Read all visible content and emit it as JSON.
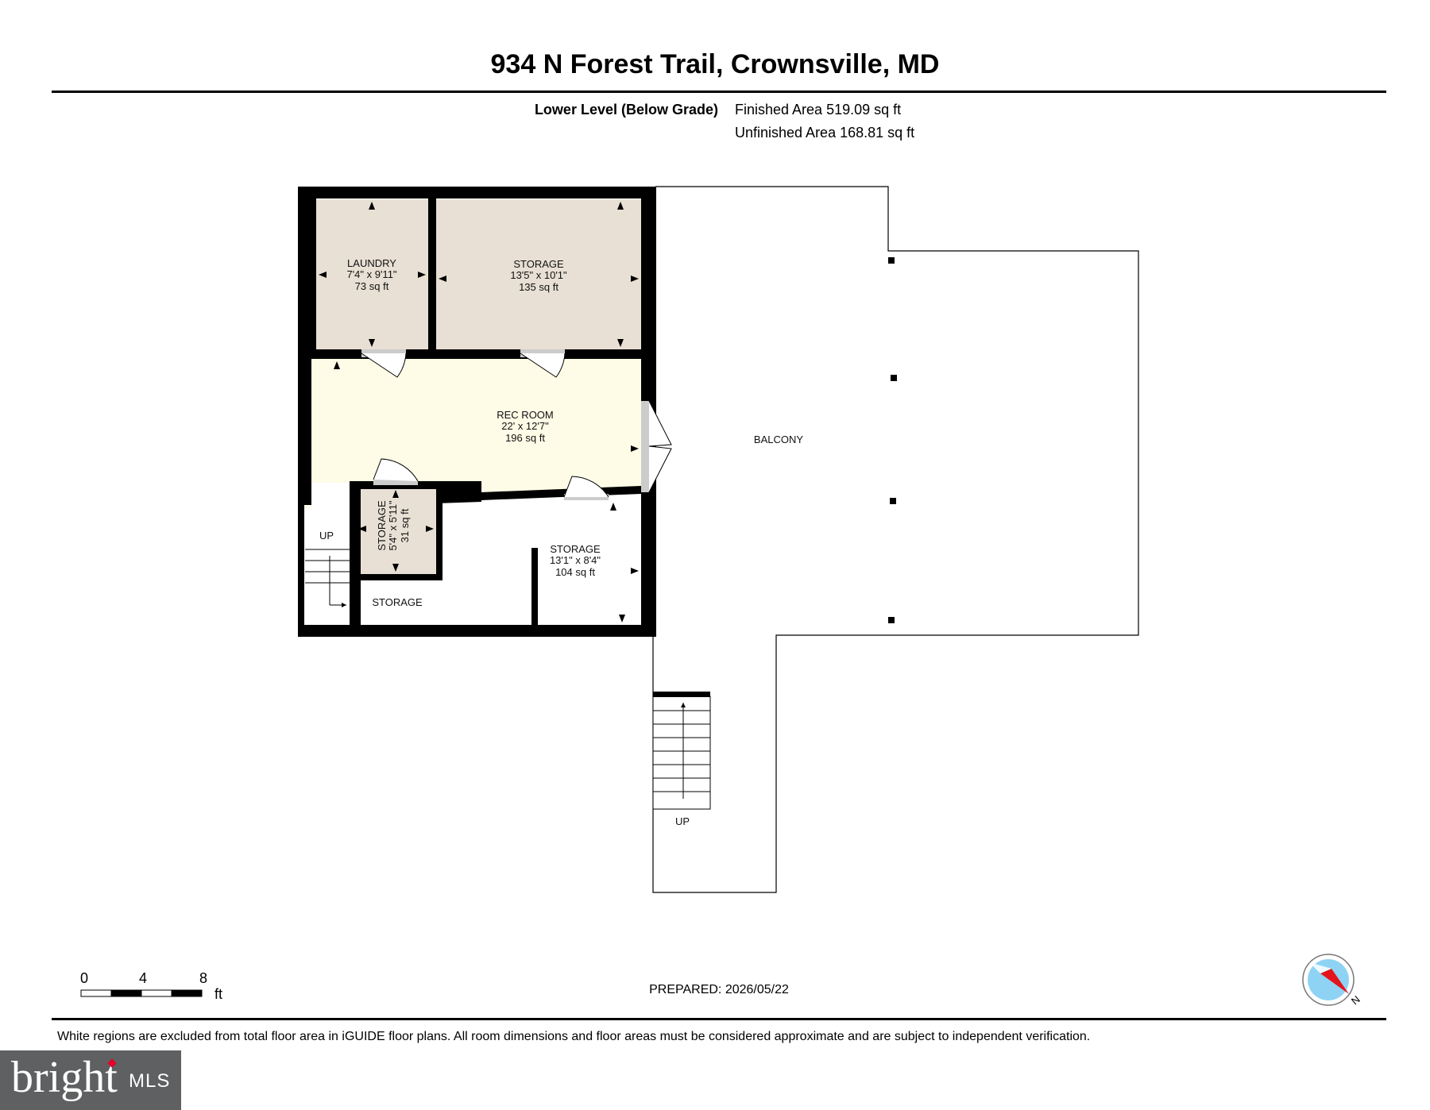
{
  "title": "934 N Forest Trail, Crownsville, MD",
  "level": {
    "name": "Lower Level (Below Grade)",
    "finished_area": "Finished Area 519.09 sq ft",
    "unfinished_area": "Unfinished Area 168.81 sq ft"
  },
  "rooms": {
    "laundry": {
      "name": "LAUNDRY",
      "dims": "7'4\" x 9'11\"",
      "area": "73 sq ft"
    },
    "storage_top": {
      "name": "STORAGE",
      "dims": "13'5\" x 10'1\"",
      "area": "135 sq ft"
    },
    "rec_room": {
      "name": "REC ROOM",
      "dims": "22' x 12'7\"",
      "area": "196 sq ft"
    },
    "storage_small": {
      "name": "STORAGE",
      "dims": "5'4\" x 5'11\"",
      "area": "31 sq ft"
    },
    "storage_right": {
      "name": "STORAGE",
      "dims": "13'1\" x 8'4\"",
      "area": "104 sq ft"
    },
    "storage_bottom": {
      "name": "STORAGE"
    },
    "balcony": {
      "name": "BALCONY"
    },
    "stairs_inner": "UP",
    "stairs_outer": "UP"
  },
  "scale": {
    "labels": [
      "0",
      "4",
      "8"
    ],
    "unit": "ft"
  },
  "compass": {
    "direction": "N"
  },
  "prepared": "PREPARED: 2026/05/22",
  "disclaimer": "White regions are excluded from total floor area in iGUIDE floor plans. All room dimensions and floor areas must be considered approximate and are subject to independent verification.",
  "brand": {
    "name": "bright",
    "suffix": "MLS"
  },
  "colors": {
    "wall": "#000000",
    "storage_fill": "#e8e0d4",
    "rec_room_fill": "#fefbe6",
    "compass_fill": "#8fd3f4",
    "compass_needle": "#e3141b",
    "brand_bg": "#5f6062"
  }
}
